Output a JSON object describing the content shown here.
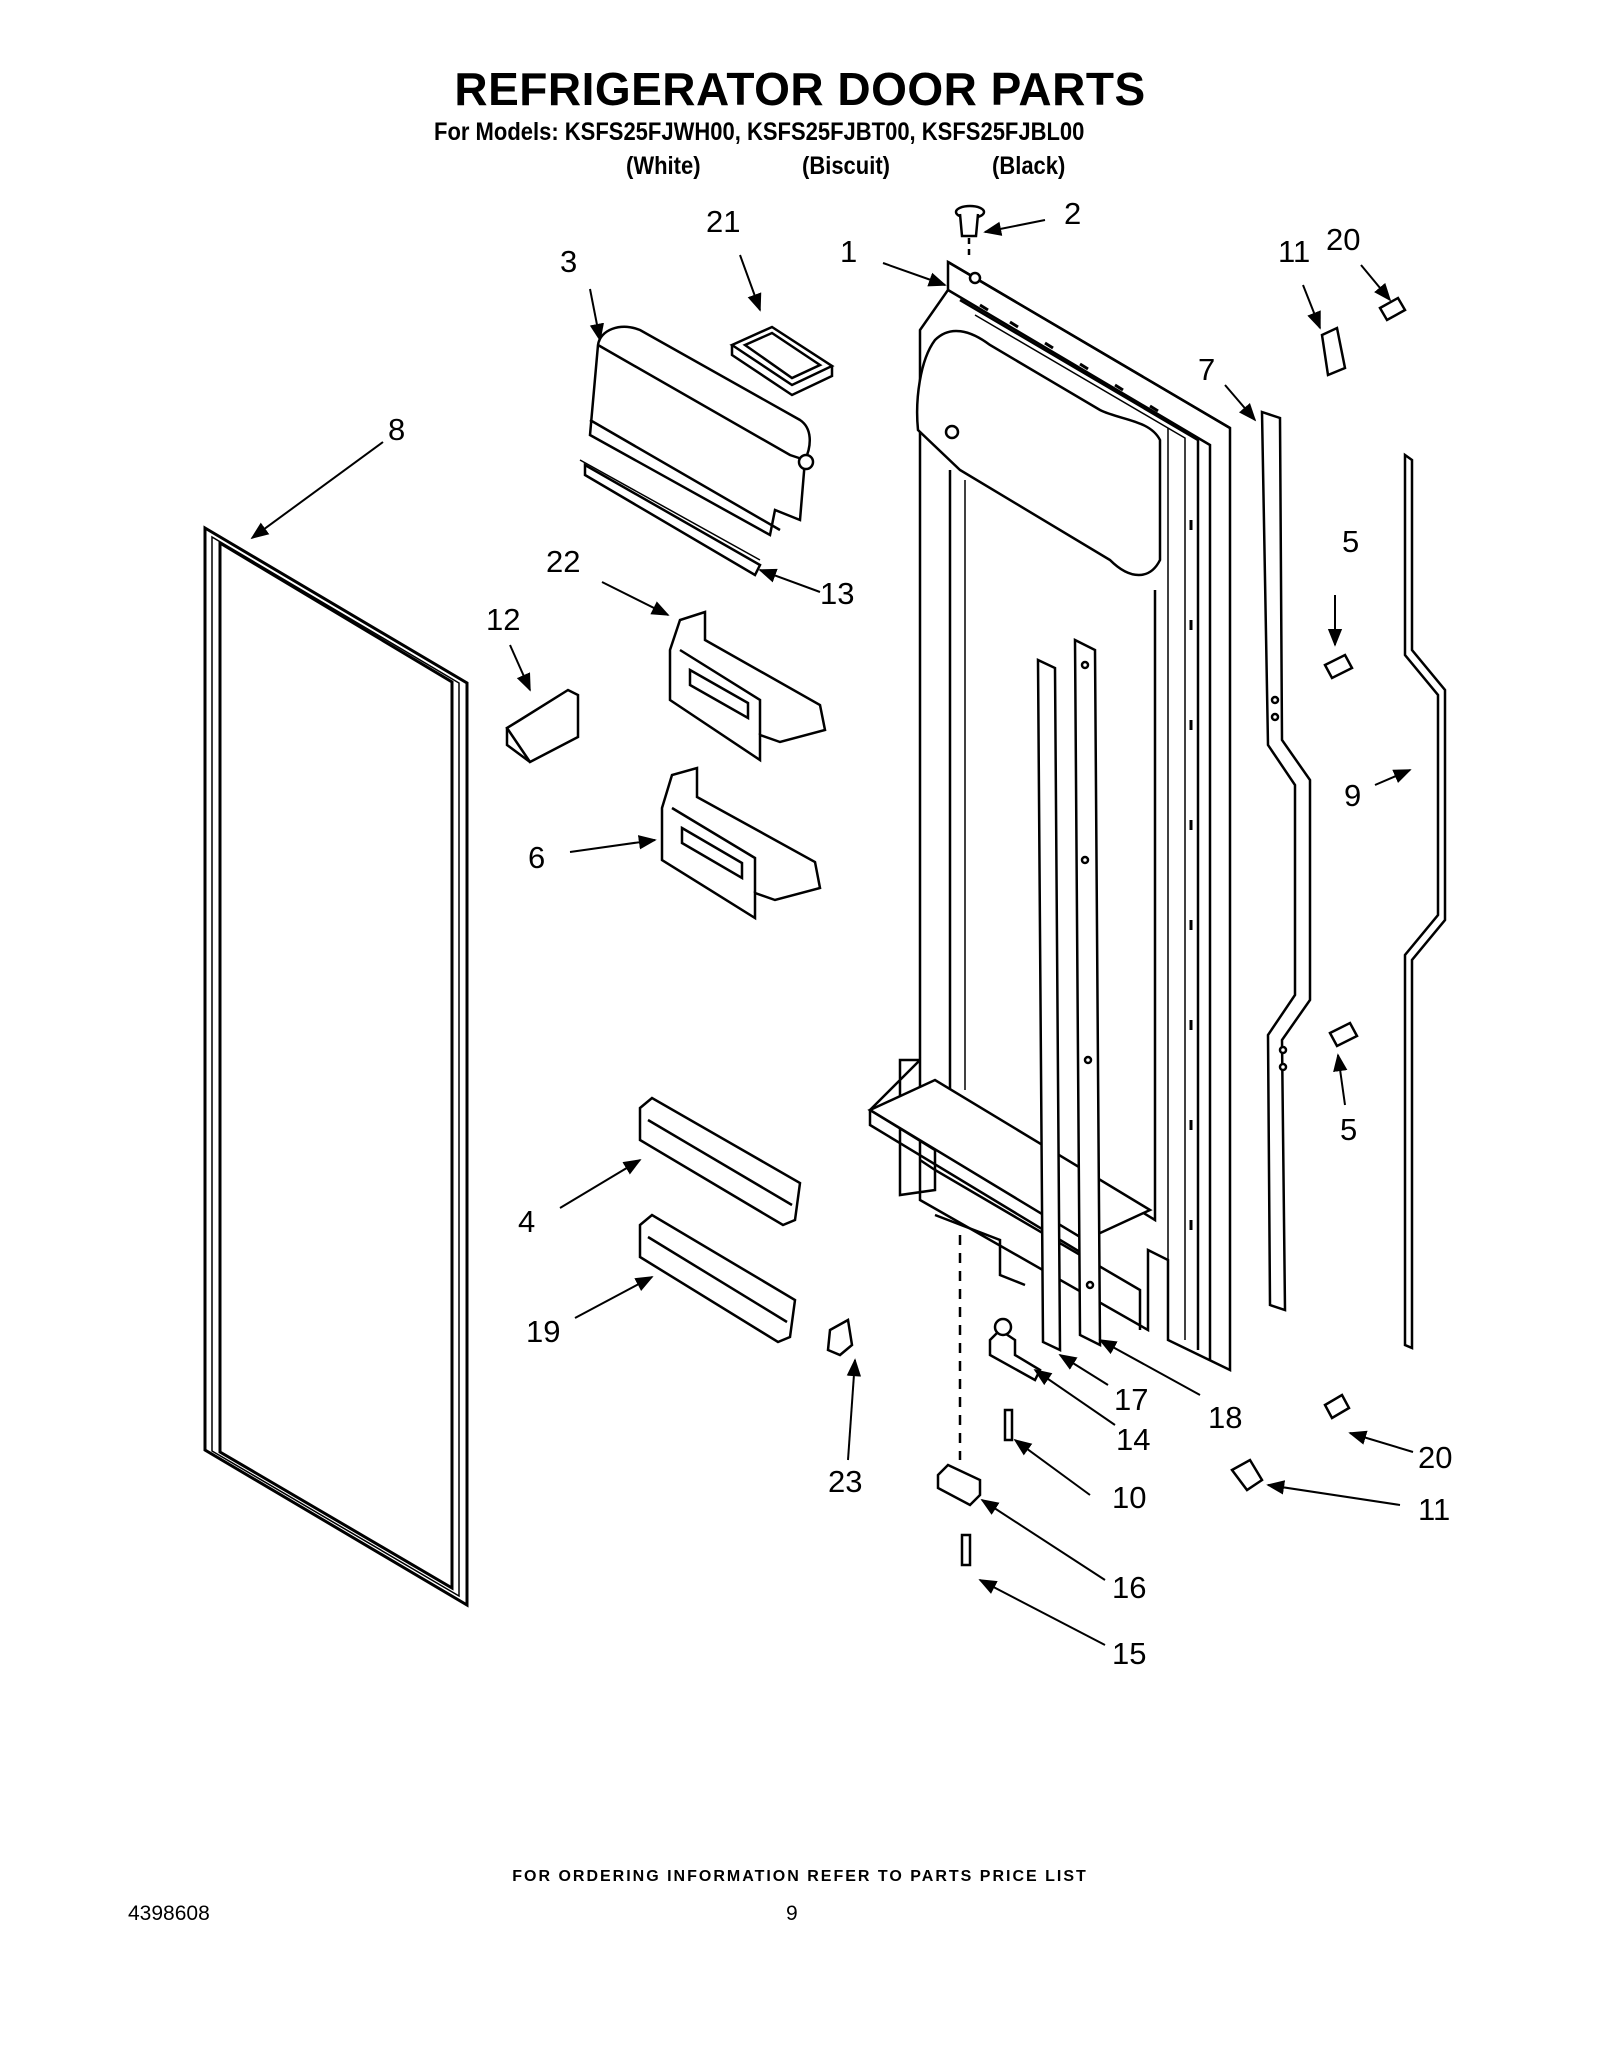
{
  "header": {
    "title": "REFRIGERATOR DOOR PARTS",
    "models_line": "For Models: KSFS25FJWH00, KSFS25FJBT00, KSFS25FJBL00",
    "colors": [
      "(White)",
      "(Biscuit)",
      "(Black)"
    ]
  },
  "callouts": [
    "1",
    "2",
    "3",
    "21",
    "11",
    "20",
    "7",
    "8",
    "13",
    "22",
    "12",
    "5",
    "9",
    "6",
    "4",
    "19",
    "23",
    "17",
    "18",
    "14",
    "10",
    "20",
    "11",
    "16",
    "15",
    "5"
  ],
  "footer": {
    "ordering_note": "FOR ORDERING INFORMATION REFER TO PARTS PRICE LIST",
    "document_number": "4398608",
    "page_number": "9"
  }
}
